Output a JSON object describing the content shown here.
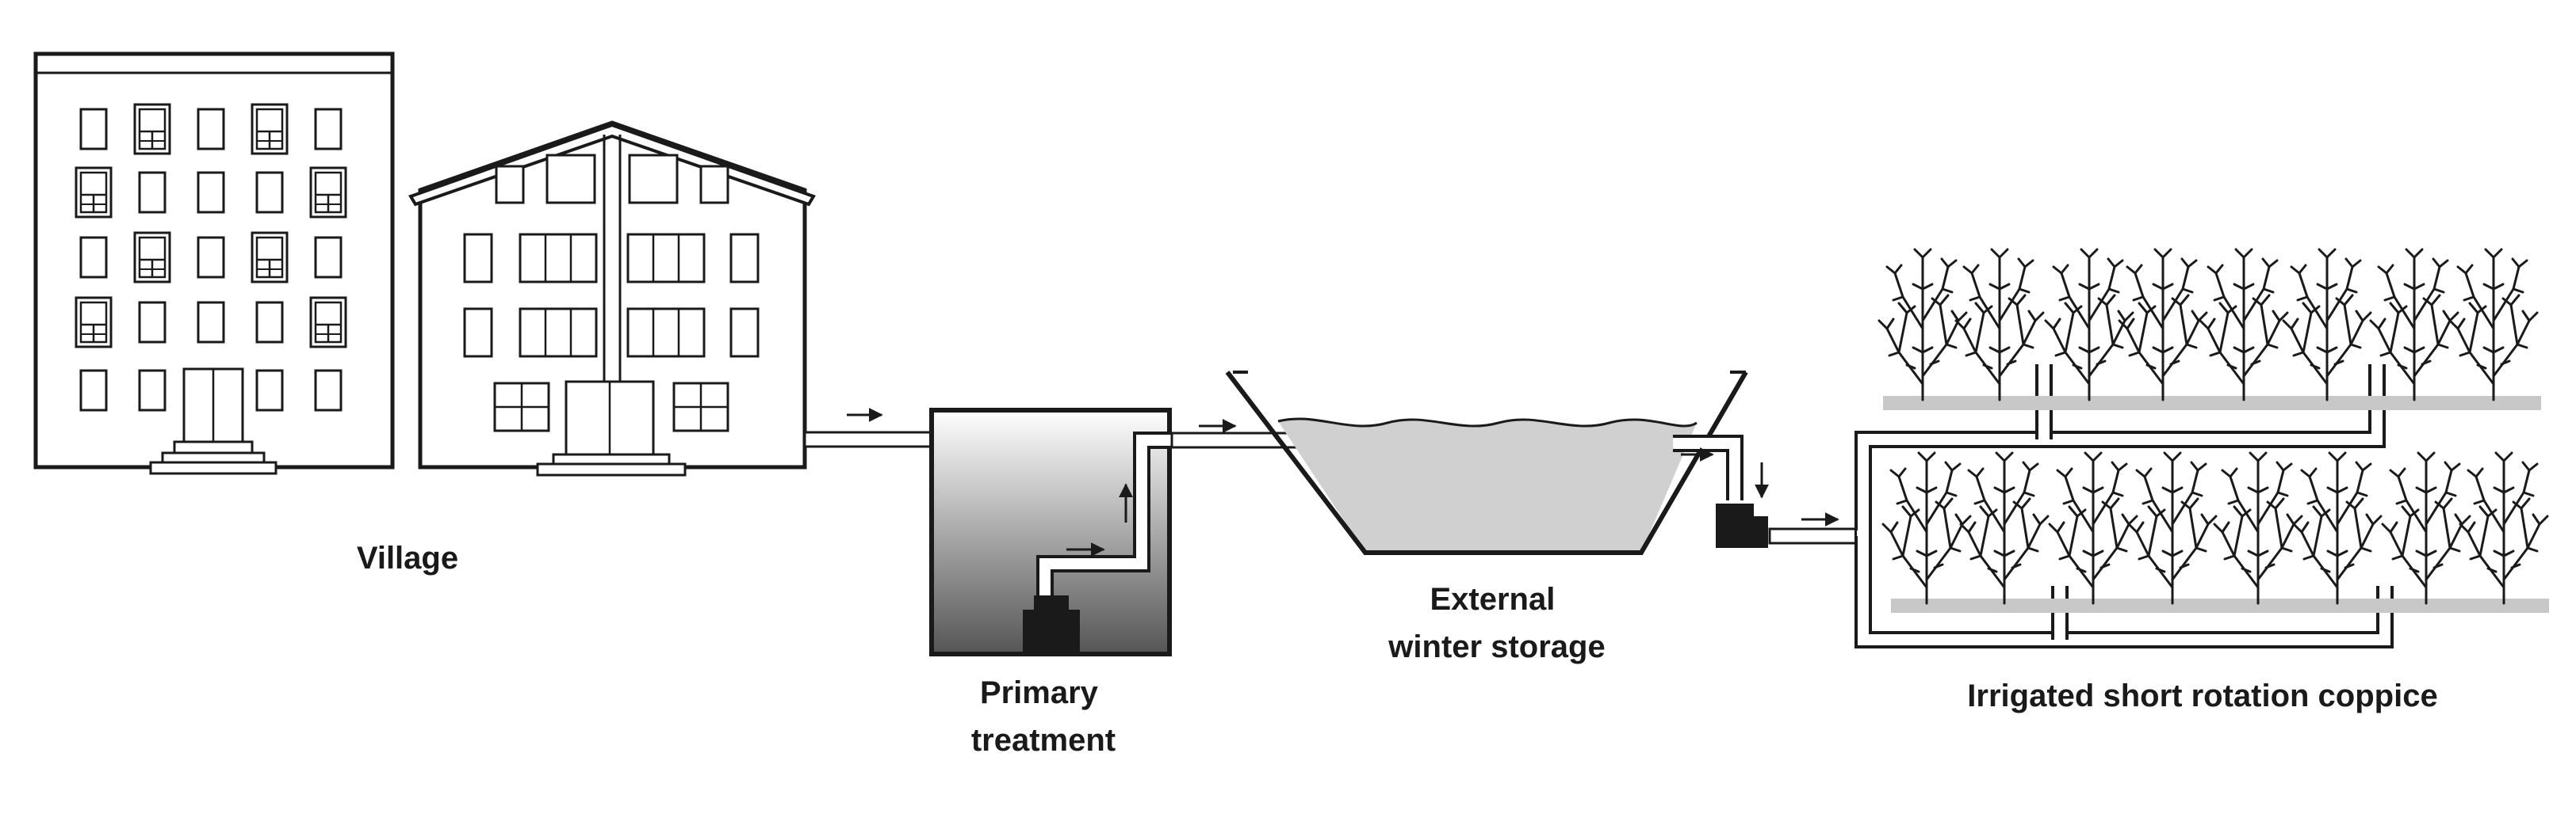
{
  "labels": {
    "village": "Village",
    "primary_treatment": [
      "Primary",
      "treatment"
    ],
    "storage": [
      "External",
      "winter storage"
    ],
    "coppice": "Irrigated short rotation coppice"
  },
  "colors": {
    "line": "#1a1a1a",
    "water": "#cfcfcf",
    "ground": "#c8c8c8",
    "tank_gradient_top": "#ffffff",
    "tank_gradient_bottom": "#555555"
  },
  "flow_direction": [
    "village",
    "primary-treatment",
    "external-winter-storage",
    "irrigated-short-rotation-coppice"
  ]
}
